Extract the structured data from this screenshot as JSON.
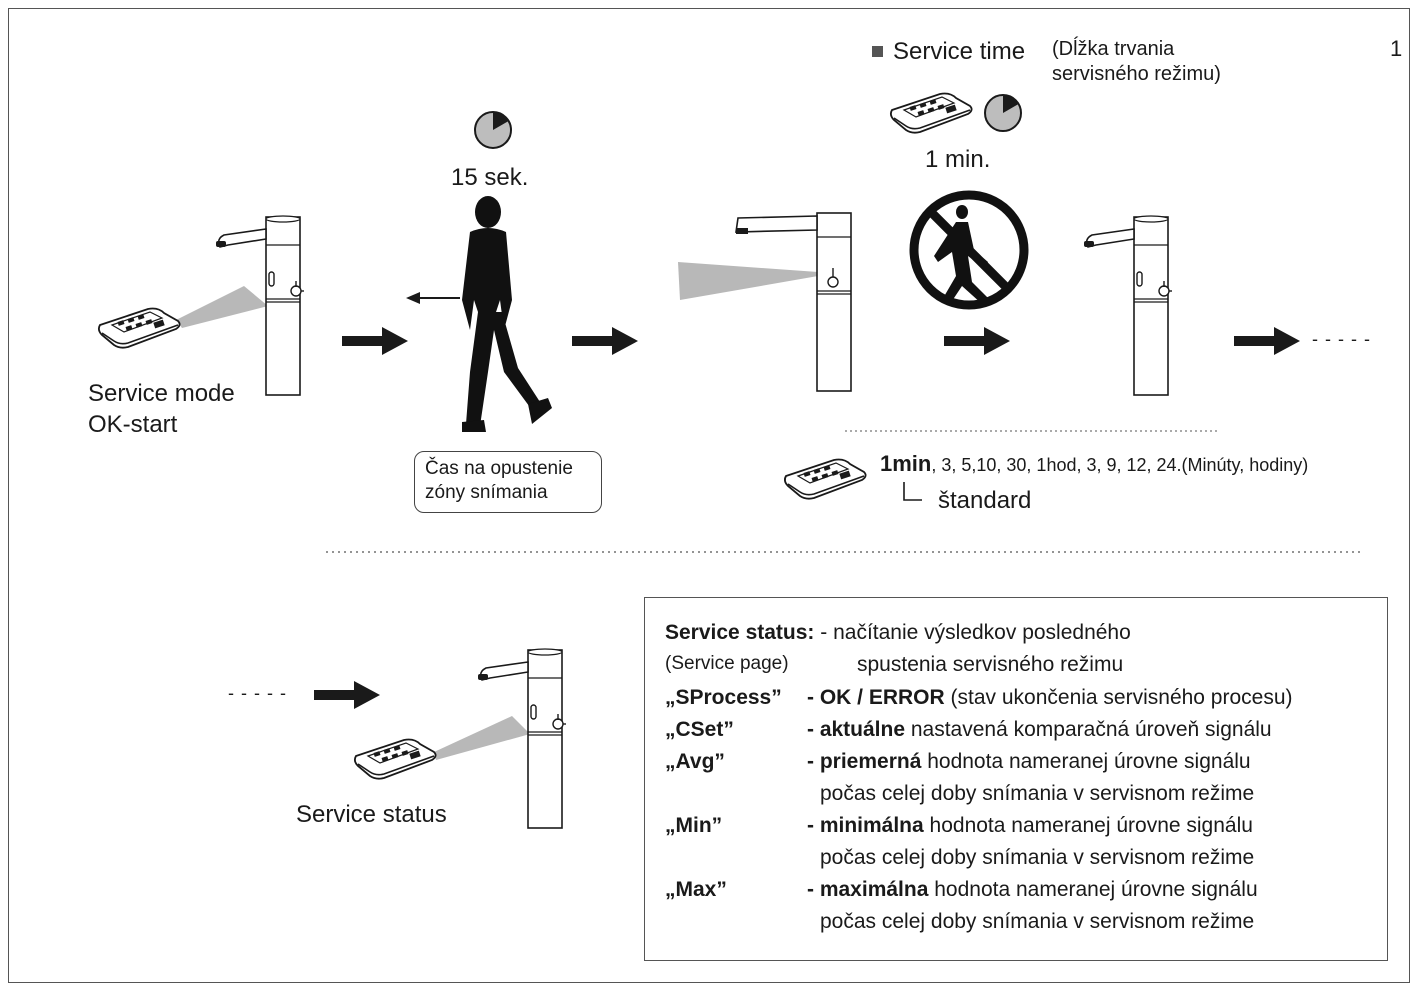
{
  "page_number": "1",
  "service_time": {
    "title": "Service time",
    "note_line1": "(Dĺžka trvania",
    "note_line2": "servisného režimu)",
    "duration": "1 min."
  },
  "timer_15": "15 sek.",
  "mode_label": {
    "line1": "Service mode",
    "line2": "OK-start"
  },
  "callout": {
    "line1": "Čas na opustenie",
    "line2": "zóny snímania"
  },
  "options": {
    "default_value": "1min",
    "rest": ", 3, 5,10, 30, 1hod, 3, 9, 12, 24.(Minúty, hodiny)",
    "standard_label": "štandard"
  },
  "dashes": "- - - - -",
  "status_label": "Service status",
  "status_box": {
    "title": "Service status:",
    "title_desc": "- načítanie výsledkov posledného",
    "page_label": "(Service page)",
    "page_desc": "spustenia servisného režimu",
    "rows": [
      {
        "key": "„SProcess”",
        "bold": "- OK / ERROR",
        "text": " (stav ukončenia servisného procesu)"
      },
      {
        "key": "„CSet”",
        "bold": "- aktuálne",
        "text": " nastavená komparačná úroveň signálu"
      },
      {
        "key": "„Avg”",
        "bold": "- priemerná",
        "text": " hodnota nameranej úrovne signálu",
        "cont": "počas celej doby snímania v servisnom režime"
      },
      {
        "key": "„Min”",
        "bold": "- minimálna",
        "text": " hodnota nameranej úrovne signálu",
        "cont": "počas celej doby snímania v servisnom režime"
      },
      {
        "key": "„Max”",
        "bold": "- maximálna",
        "text": " hodnota nameranej úrovne signálu",
        "cont": "počas celej doby snímania v servisnom režime"
      }
    ]
  },
  "colors": {
    "line": "#1a1a1a",
    "beam": "#b8b8b8",
    "timer_fill": "#bdbdbd"
  }
}
